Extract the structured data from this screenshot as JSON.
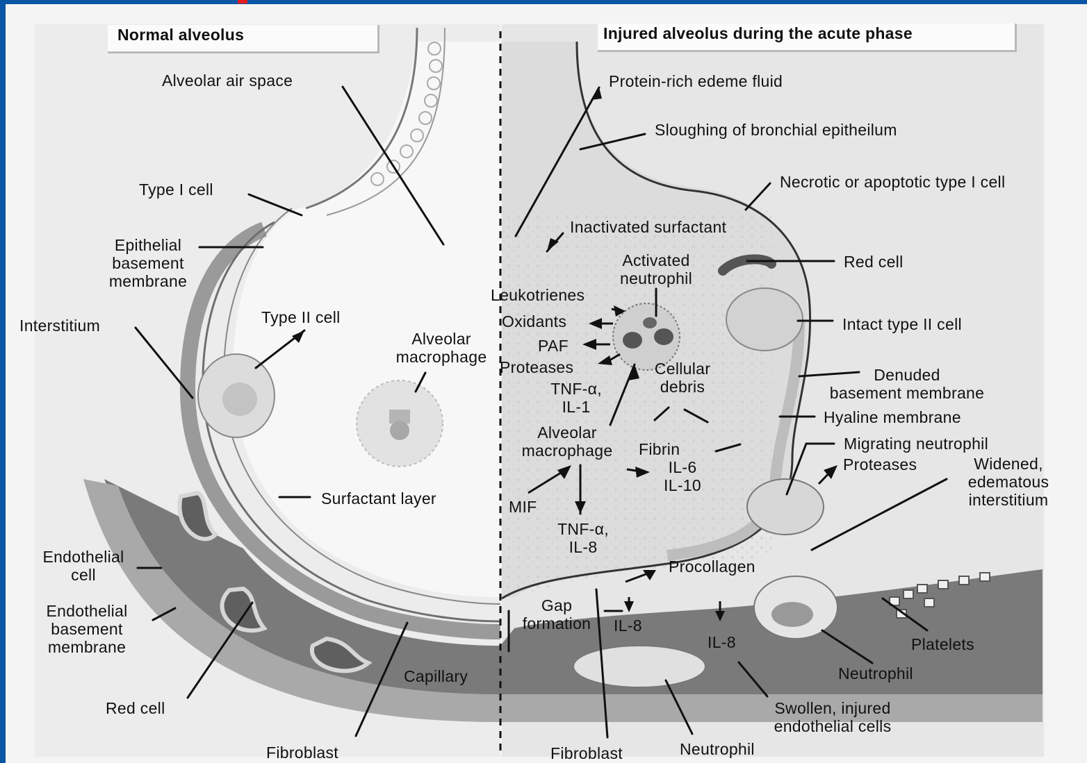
{
  "panels": {
    "left_title": "Normal alveolus",
    "right_title": "Injured alveolus during the acute phase"
  },
  "labels": {
    "alveolar_air_space": "Alveolar air space",
    "type_i_cell": "Type I cell",
    "epithelial_basement_membrane": [
      "Epithelial",
      "basement",
      "membrane"
    ],
    "interstitium": "Interstitium",
    "type_ii_cell": "Type II cell",
    "alveolar_macrophage_left": [
      "Alveolar",
      "macrophage"
    ],
    "surfactant_layer": "Surfactant layer",
    "endothelial_cell": [
      "Endothelial",
      "cell"
    ],
    "endothelial_basement_membrane": [
      "Endothelial",
      "basement",
      "membrane"
    ],
    "red_cell_left": "Red cell",
    "capillary": "Capillary",
    "fibroblast_left": "Fibroblast",
    "protein_rich_fluid": "Protein-rich edeme fluid",
    "sloughing": "Sloughing of bronchial epitheilum",
    "necrotic": "Necrotic or apoptotic type I cell",
    "inactivated_surfactant": "Inactivated surfactant",
    "activated_neutrophil": [
      "Activated",
      "neutrophil"
    ],
    "red_cell_right": "Red cell",
    "leukotrienes": "Leukotrienes",
    "oxidants": "Oxidants",
    "paf": "PAF",
    "proteases_1": "Proteases",
    "intact_type_ii": "Intact type II cell",
    "cellular_debris": [
      "Cellular",
      "debris"
    ],
    "tnf_il1": [
      "TNF-α,",
      "IL-1"
    ],
    "denuded_bm": [
      "Denuded",
      "basement membrane"
    ],
    "hyaline_membrane": "Hyaline membrane",
    "alveolar_macrophage_right": [
      "Alveolar",
      "macrophage"
    ],
    "fibrin": "Fibrin",
    "il6_il10": [
      "IL-6",
      "IL-10"
    ],
    "migrating_neutrophil": "Migrating neutrophil",
    "proteases_2": "Proteases",
    "widened_interstitium": [
      "Widened,",
      "edematous",
      "interstitium"
    ],
    "mif": "MIF",
    "tnf_il8": [
      "TNF-α,",
      "IL-8"
    ],
    "procollagen": "Procollagen",
    "gap_formation": [
      "Gap",
      "formation"
    ],
    "il8_a": "IL-8",
    "il8_b": "IL-8",
    "platelets": "Platelets",
    "neutrophil_capillary": "Neutrophil",
    "swollen_endothelial": [
      "Swollen, injured",
      "endothelial cells"
    ],
    "fibroblast_right": "Fibroblast",
    "neutrophil_bottom": "Neutrophil"
  }
}
